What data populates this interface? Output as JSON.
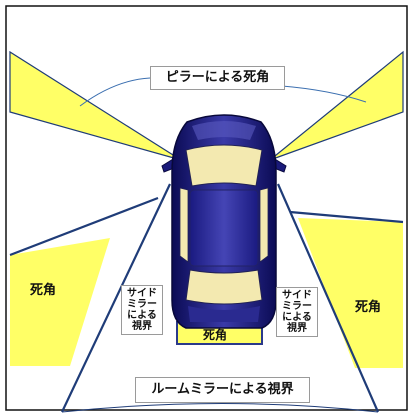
{
  "labels": {
    "pillar_blind": "ピラーによる死角",
    "left_blind": "死角",
    "right_blind": "死角",
    "rear_blind": "死角",
    "side_mirror_left": [
      "サイド",
      "ミラー",
      "による",
      "視界"
    ],
    "side_mirror_right": [
      "サイド",
      "ミラー",
      "による",
      "視界"
    ],
    "room_mirror": "ルームミラーによる視界"
  },
  "colors": {
    "blind_zone": "#ffff66",
    "boundary_line": "#1f3c78",
    "car_body": "#1a1a7a",
    "glass": "#f3e9b0",
    "rear_box_border": "#2b3a8a",
    "frame": "#111111"
  },
  "icons": [
    "car-top-view-icon"
  ]
}
